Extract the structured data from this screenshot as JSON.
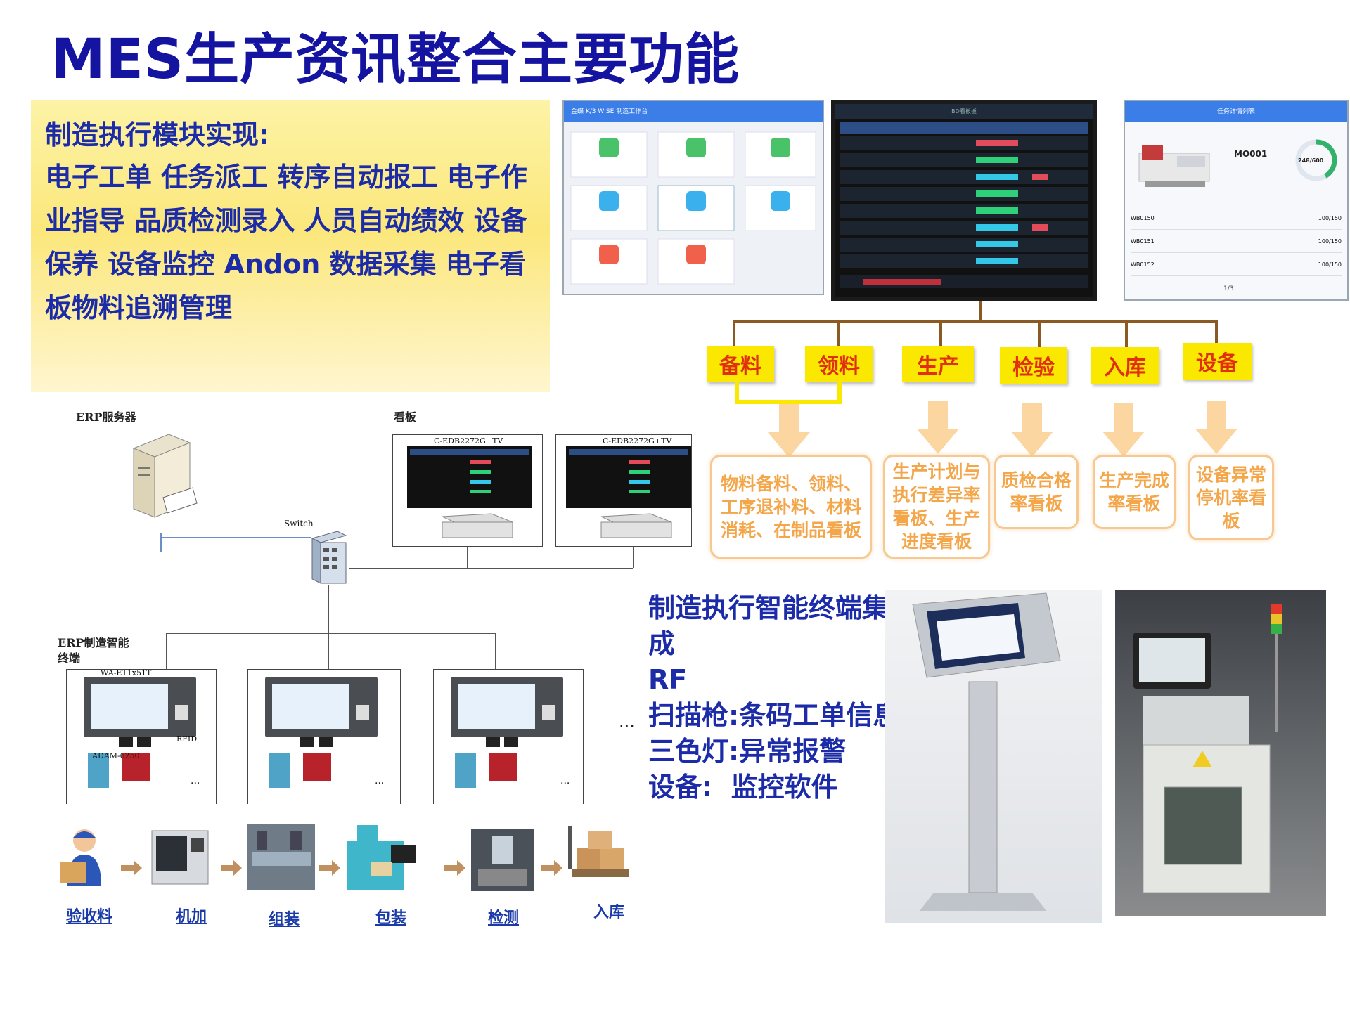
{
  "title": "MES生产资讯整合主要功能",
  "intro": {
    "heading": "制造执行模块实现:",
    "body": "电子工单 任务派工 转序自动报工 电子作业指导 品质检测录入  人员自动绩效 设备保养   设备监控 Andon 数据采集 电子看板物料追溯管理"
  },
  "screens": {
    "s1_title": "金蝶 K/3 WISE 制造工作台",
    "s2_title": "BD看板板",
    "s3_title": "任务详情列表",
    "s3_order": "MO001",
    "s3_ratio": "248/600",
    "s3_rows": [
      {
        "id": "WB0150",
        "v": "100/150"
      },
      {
        "id": "WB0151",
        "v": "100/150"
      },
      {
        "id": "WB0152",
        "v": "100/150"
      }
    ],
    "s3_page": "1/3"
  },
  "stages": [
    "备料",
    "领料",
    "生产",
    "检验",
    "入库",
    "设备"
  ],
  "results": [
    "物料备料、领料、工序退补料、材料消耗、在制品看板",
    "生产计划与执行差异率看板、生产进度看板",
    "质检合格率看板",
    "生产完成率看板",
    "设备异常停机率看板"
  ],
  "network": {
    "erp_server": "ERP服务器",
    "kanban": "看板",
    "switch": "Switch",
    "tv1": "C-EDB2272G+TV",
    "tv2": "C-EDB2272G+TV",
    "terminal": "ERP制造智能终端",
    "terminal_model": "WA-ET1x51T",
    "rfid": "RFID",
    "adam": "ADAM-6250",
    "ellipsis": "..."
  },
  "flow": [
    "验收料",
    "机加",
    "组装",
    "包装",
    "检测",
    "入库"
  ],
  "terminal_text": "制造执行智能终端集成\nRF\n扫描枪:条码工单信息\n三色灯:异常报警\n设备:  监控软件",
  "dots": "...",
  "colors": {
    "title": "#1414a0",
    "text_blue": "#1c2ba8",
    "stage_fill": "#fbe800",
    "stage_text": "#e03010",
    "result_text": "#f4a64a"
  }
}
